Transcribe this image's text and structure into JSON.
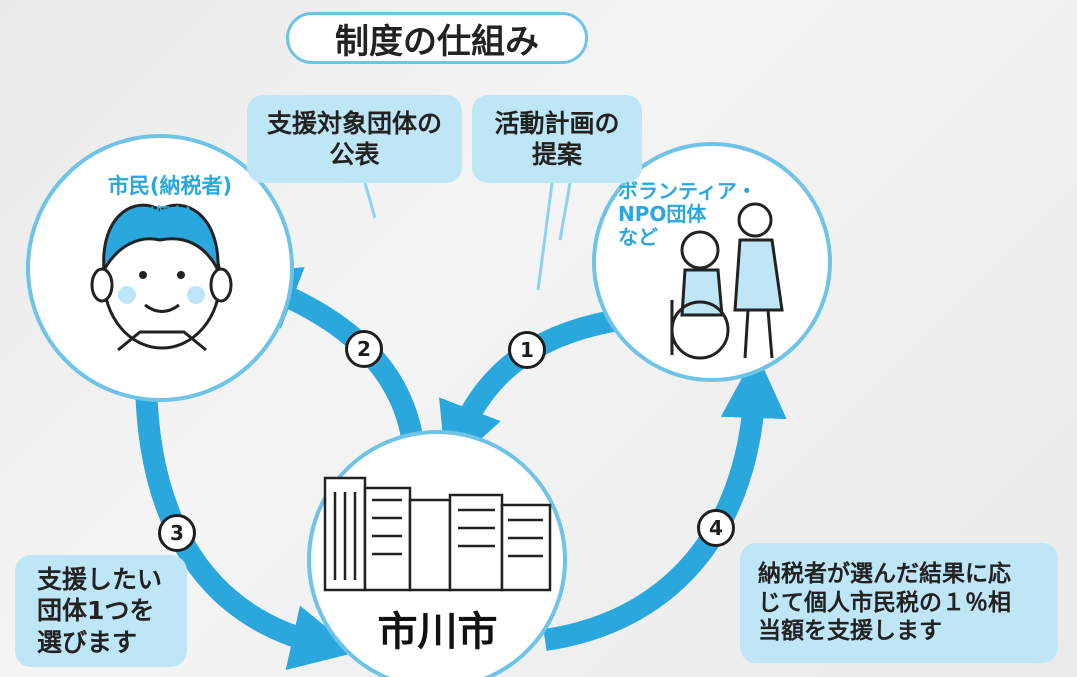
{
  "title": "制度の仕組み",
  "bubbles": {
    "kohyo": "支援対象団体の\n公表",
    "teian": "活動計画の\n提案",
    "erabu": "支援したい\n団体1つを\n選びます",
    "shien": "納税者が選んだ結果に応\nじて個人市民税の１％相\n当額を支援します"
  },
  "labels": {
    "shimin": "市民(納税者)",
    "kojin": "(個人)",
    "volunteer": "ボランティア・\nNPO団体\nなど",
    "city": "市川市"
  },
  "steps": [
    "1",
    "2",
    "3",
    "4"
  ],
  "colors": {
    "arrow": "#2aa7dc",
    "bubble": "#bfe6f7",
    "outline": "#6fc3e6"
  }
}
